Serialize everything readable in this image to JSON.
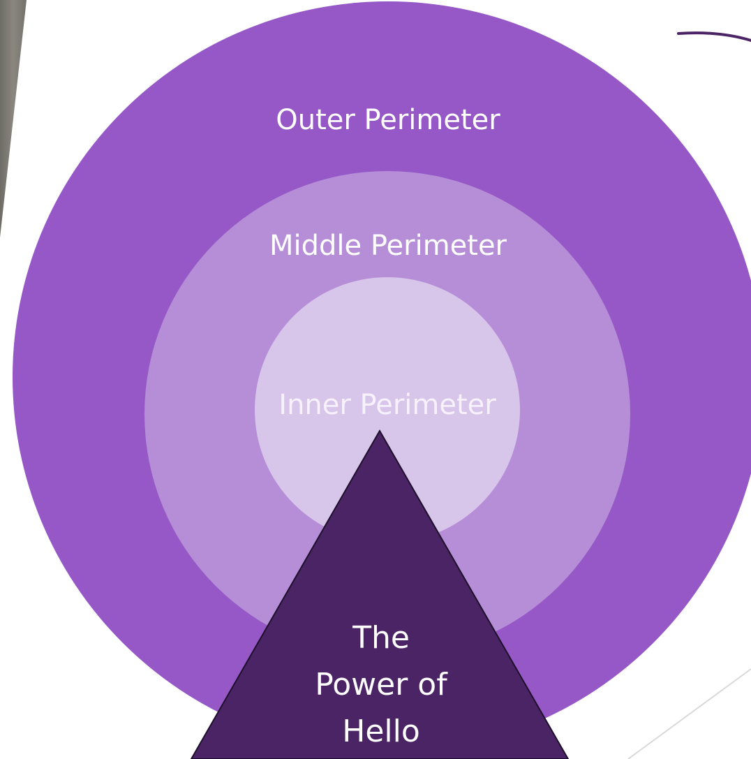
{
  "diagram": {
    "rings": {
      "outer": {
        "label": "Outer Perimeter",
        "color": "#9558c6"
      },
      "middle": {
        "label": "Middle Perimeter",
        "color": "#b68ed8"
      },
      "inner": {
        "label": "Inner Perimeter",
        "color": "#d8c5ea"
      }
    },
    "triangle": {
      "lines": [
        "The",
        "Power of",
        "Hello"
      ],
      "color": "#4b2465"
    },
    "accent_colors": {
      "left_photo_strip": "#7d7a72",
      "top_right_arc": "#4b2465",
      "thin_line": "#d9d9d9"
    }
  }
}
